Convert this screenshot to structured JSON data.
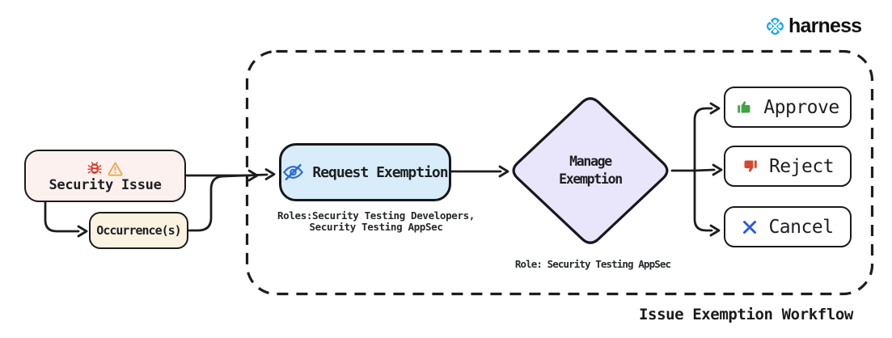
{
  "brand": {
    "wordmark": "harness",
    "logo_color": "#1aa6e9",
    "wordmark_color": "#111111"
  },
  "diagram": {
    "title": "Issue Exemption Workflow",
    "container": {
      "border_style": "dashed",
      "stroke_color": "#1d1d1d"
    },
    "nodes": {
      "security_issue": {
        "label": "Security Issue",
        "fill": "#fcf1ee",
        "icons": [
          "bug-icon",
          "warning-icon"
        ]
      },
      "occurrences": {
        "label": "Occurrence(s)",
        "fill": "#fbf3e1"
      },
      "request_exemption": {
        "label": "Request Exemption",
        "icon": "eye-slash-icon",
        "fill": "#d9ecfa",
        "roles_note_line1": "Roles:Security Testing Developers,",
        "roles_note_line2": "Security Testing AppSec"
      },
      "manage_exemption": {
        "label_line1": "Manage",
        "label_line2": "Exemption",
        "fill": "#e9e6fb",
        "role_note": "Role: Security Testing AppSec"
      },
      "approve": {
        "label": "Approve",
        "icon": "thumbs-up-icon",
        "icon_color": "#43a047"
      },
      "reject": {
        "label": "Reject",
        "icon": "thumbs-down-icon",
        "icon_color": "#d2482d"
      },
      "cancel": {
        "label": "Cancel",
        "icon": "x-icon",
        "icon_color": "#2b5cd9"
      }
    },
    "icon_colors": {
      "bug": "#d93a2b",
      "warning": "#efa43e",
      "eye_slash": "#2e6bd0"
    }
  }
}
